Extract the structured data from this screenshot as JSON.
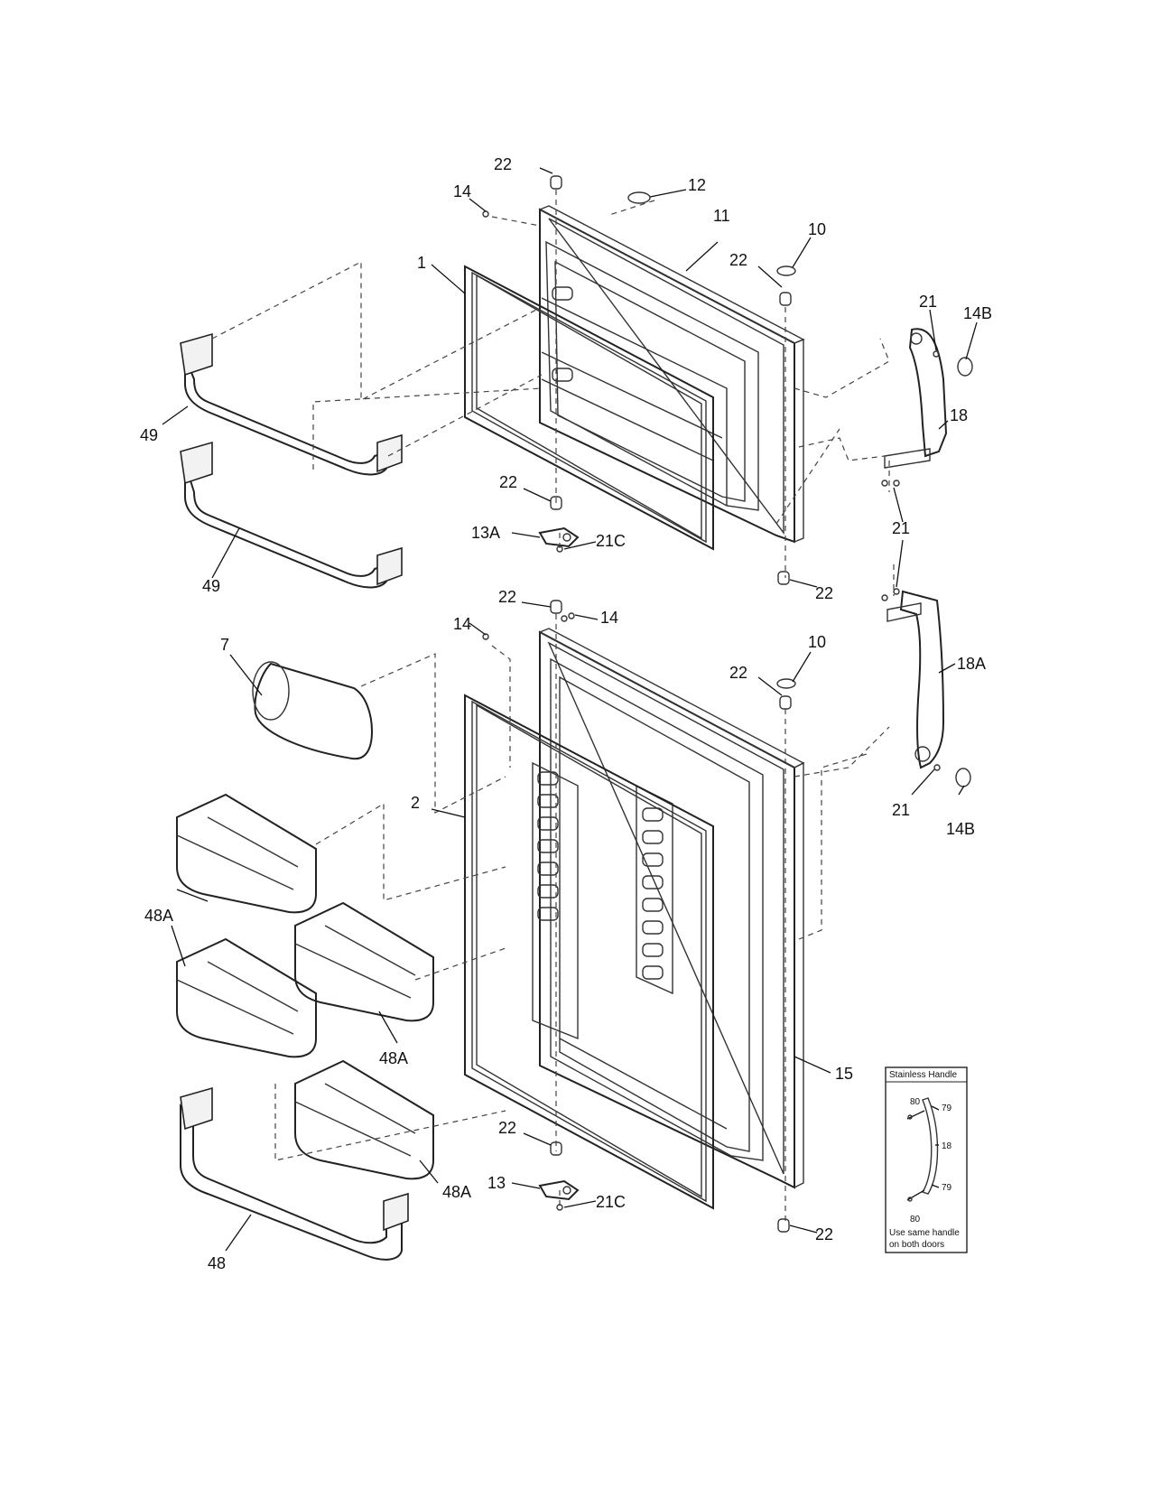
{
  "callouts": {
    "c22_a": "22",
    "c12": "12",
    "c14_a": "14",
    "c11": "11",
    "c10_a": "10",
    "c22_b": "22",
    "c1": "1",
    "c21_a": "21",
    "c14B_a": "14B",
    "c18": "18",
    "c49_a": "49",
    "c22_c": "22",
    "c21_b": "21",
    "c13A": "13A",
    "c21C_a": "21C",
    "c49_b": "49",
    "c22_d": "22",
    "c22_e": "22",
    "c14_b": "14",
    "c14_c": "14",
    "c10_b": "10",
    "c18A": "18A",
    "c7": "7",
    "c22_f": "22",
    "c2": "2",
    "c21_c": "21",
    "c14B_b": "14B",
    "c48A_a": "48A",
    "c48A_b": "48A",
    "c15": "15",
    "c22_g": "22",
    "c13": "13",
    "c48A_c": "48A",
    "c21C_b": "21C",
    "c48": "48",
    "c22_h": "22"
  },
  "inset": {
    "title": "Stainless Handle",
    "c80_a": "80",
    "c79_a": "79",
    "c18": "18",
    "c79_b": "79",
    "c80_b": "80",
    "note_line1": "Use same handle",
    "note_line2": "on both doors"
  }
}
